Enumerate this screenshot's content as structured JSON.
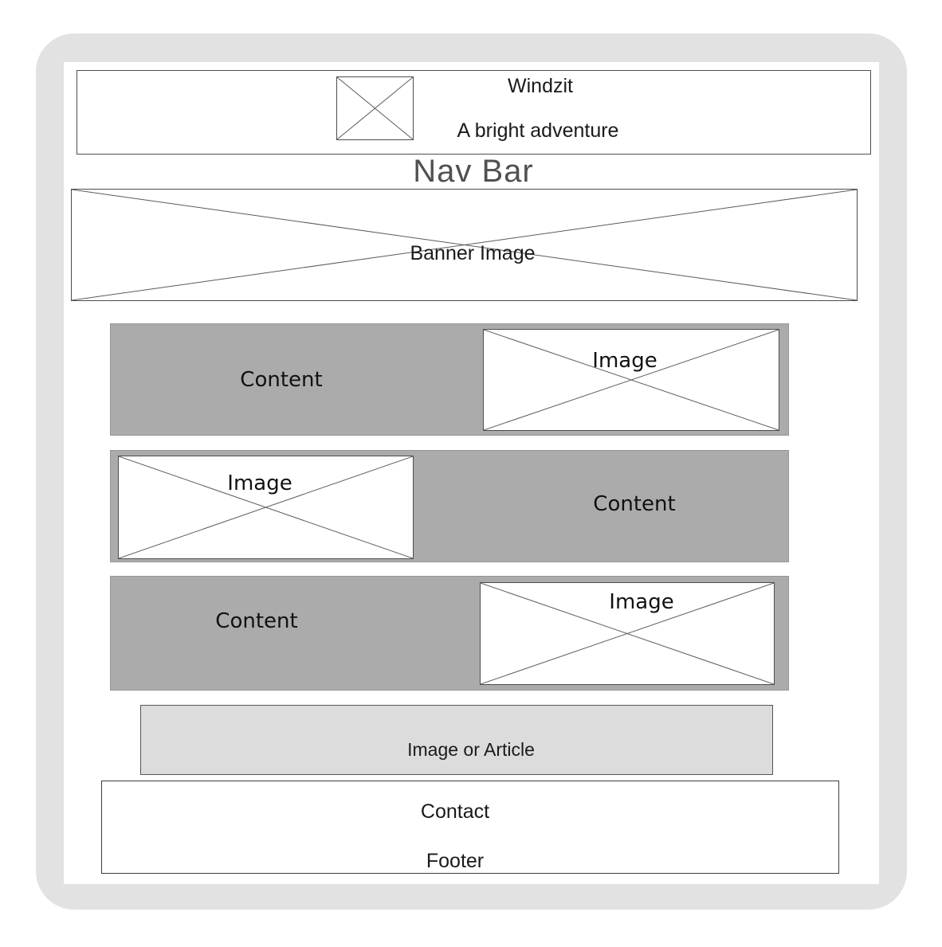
{
  "wireframe": {
    "header": {
      "brand": "Windzit",
      "tagline": "A bright adventure"
    },
    "nav": {
      "label": "Nav Bar"
    },
    "banner": {
      "label": "Banner Image"
    },
    "rows": [
      {
        "content_label": "Content",
        "image_label": "Image",
        "image_side": "right"
      },
      {
        "content_label": "Content",
        "image_label": "Image",
        "image_side": "left"
      },
      {
        "content_label": "Content",
        "image_label": "Image",
        "image_side": "right"
      }
    ],
    "article": {
      "label": "Image or Article"
    },
    "footer": {
      "contact": "Contact",
      "label": "Footer"
    },
    "colors": {
      "frame_bg": "#e2e2e2",
      "content_row_bg": "#ababab",
      "article_bg": "#dcdcdc",
      "nav_text": "#505050",
      "outline": "#4d4d4d"
    }
  }
}
